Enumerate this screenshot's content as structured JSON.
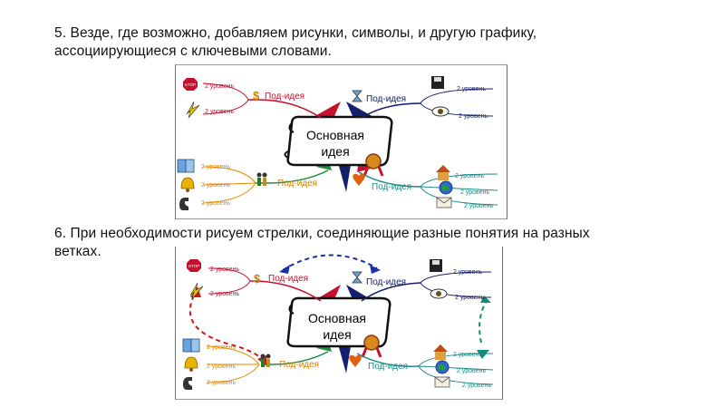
{
  "slide": {
    "p5": {
      "line1": "5. Везде, где возможно, добавляем рисунки, символы, и другую графику,",
      "line2": "ассоциирующиеся с ключевыми словами."
    },
    "p6": {
      "line1": "6. При необходимости рисуем стрелки, соединяющие разные понятия на разных",
      "line2": "ветках."
    }
  },
  "mindmap": {
    "central": [
      "Основная",
      "идея"
    ],
    "sub": "Под-идея",
    "level2": "2 уровень",
    "stop": "STOP",
    "colors": {
      "red": "#c8102e",
      "navy": "#14206e",
      "green": "#1f8a3a",
      "orange": "#e08a00",
      "teal": "#1d8a8a",
      "arrow_blue": "#1a2fa8",
      "arrow_red": "#d01818",
      "arrow_teal": "#168a7a"
    }
  }
}
